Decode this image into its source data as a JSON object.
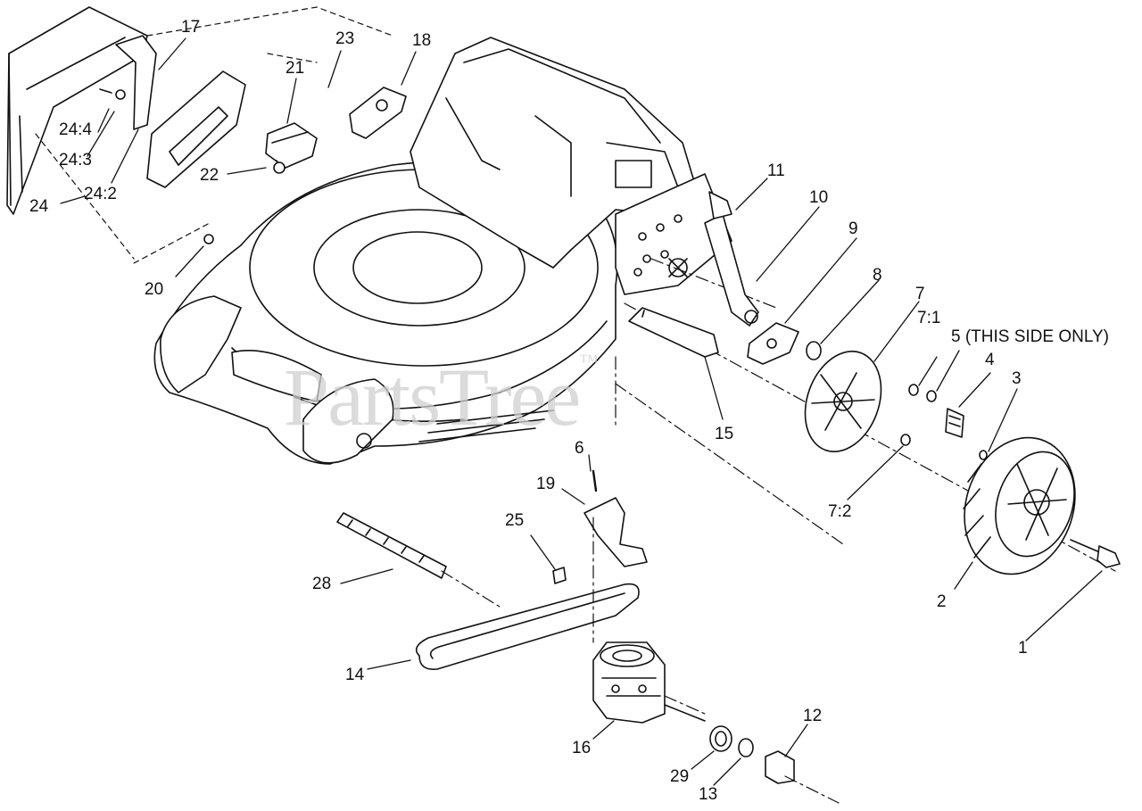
{
  "watermark": {
    "text": "PartsTree",
    "mark": "™"
  },
  "callouts": [
    {
      "key": "c1",
      "text": "1"
    },
    {
      "key": "c2",
      "text": "2"
    },
    {
      "key": "c3",
      "text": "3"
    },
    {
      "key": "c4",
      "text": "4"
    },
    {
      "key": "c5",
      "text": "5 (THIS SIDE ONLY)"
    },
    {
      "key": "c6",
      "text": "6"
    },
    {
      "key": "c7",
      "text": "7"
    },
    {
      "key": "c7_1",
      "text": "7:1"
    },
    {
      "key": "c7_2",
      "text": "7:2"
    },
    {
      "key": "c8",
      "text": "8"
    },
    {
      "key": "c9",
      "text": "9"
    },
    {
      "key": "c10",
      "text": "10"
    },
    {
      "key": "c11",
      "text": "11"
    },
    {
      "key": "c12",
      "text": "12"
    },
    {
      "key": "c13",
      "text": "13"
    },
    {
      "key": "c14",
      "text": "14"
    },
    {
      "key": "c15",
      "text": "15"
    },
    {
      "key": "c16",
      "text": "16"
    },
    {
      "key": "c17",
      "text": "17"
    },
    {
      "key": "c18",
      "text": "18"
    },
    {
      "key": "c19",
      "text": "19"
    },
    {
      "key": "c20",
      "text": "20"
    },
    {
      "key": "c21",
      "text": "21"
    },
    {
      "key": "c22",
      "text": "22"
    },
    {
      "key": "c23",
      "text": "23"
    },
    {
      "key": "c24",
      "text": "24"
    },
    {
      "key": "c24_2",
      "text": "24:2"
    },
    {
      "key": "c24_3",
      "text": "24:3"
    },
    {
      "key": "c24_4",
      "text": "24:4"
    },
    {
      "key": "c25",
      "text": "25"
    },
    {
      "key": "c28",
      "text": "28"
    },
    {
      "key": "c29",
      "text": "29"
    }
  ]
}
